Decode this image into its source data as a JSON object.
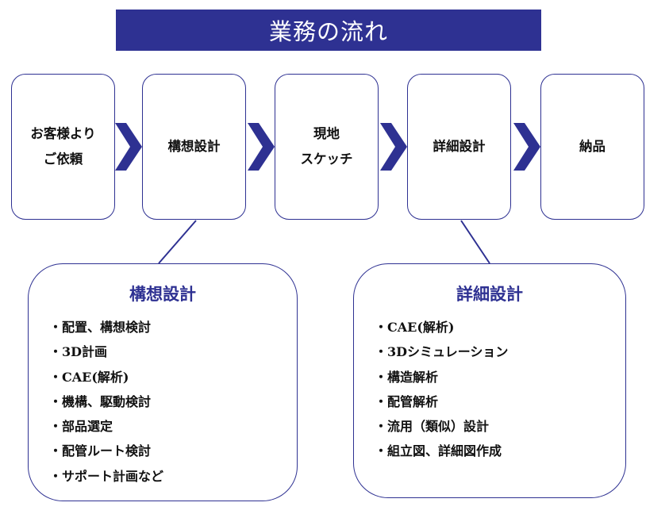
{
  "title": "業務の流れ",
  "colors": {
    "accent": "#2e3192",
    "arrow": "#2e3192",
    "text": "#111111"
  },
  "flow": [
    {
      "label": "お客様より\nご依頼"
    },
    {
      "label": "構想設計"
    },
    {
      "label": "現地\nスケッチ"
    },
    {
      "label": "詳細設計"
    },
    {
      "label": "納品"
    }
  ],
  "details": [
    {
      "title": "構想設計",
      "items": [
        "・配置、構想検討",
        "・3D計画",
        "・CAE(解析)",
        "・機構、駆動検討",
        "・部品選定",
        "・配管ルート検討",
        "・サポート計画など"
      ]
    },
    {
      "title": "詳細設計",
      "items": [
        "・CAE(解析)",
        "・3Dシミュレーション",
        "・構造解析",
        "・配管解析",
        "・流用（類似）設計",
        "・組立図、詳細図作成"
      ]
    }
  ]
}
